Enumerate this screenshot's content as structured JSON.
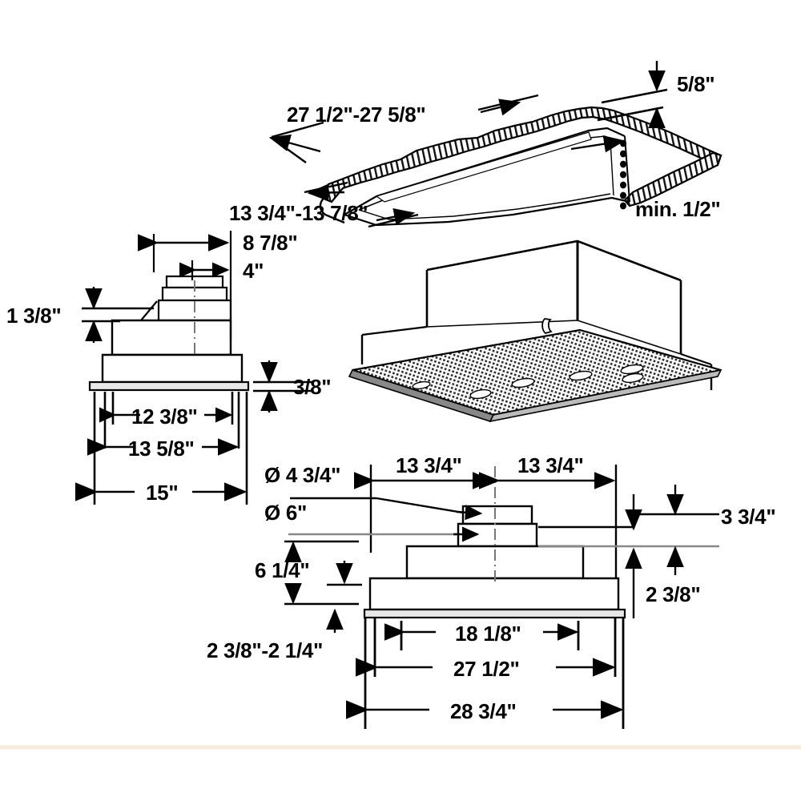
{
  "drawing": {
    "title": "Range hood insert installation dimension drawing",
    "background_color": "#ffffff",
    "line_color": "#000000",
    "accent_rule_color": "#f7ecd9"
  },
  "views": {
    "top_trim": {
      "name": "Trim frame / cut-out opening, top perspective",
      "labels": {
        "width_range": "27 1/2\"-27 5/8\"",
        "depth_range": "13 3/4\"-13 7/8\"",
        "flange_thickness": "5/8\"",
        "min_clearance": "min. 1/2\""
      }
    },
    "side_section": {
      "name": "Left side section view",
      "labels": {
        "duct_offset": "8 7/8\"",
        "duct_width": "4\"",
        "top_offset": "1 3/8\"",
        "flange_height": "3/8\"",
        "inner_width": "12 3/8\"",
        "body_width": "13 5/8\"",
        "overall_width": "15\""
      }
    },
    "perspective": {
      "name": "3D perspective of hood insert with mesh filter"
    },
    "front_section": {
      "name": "Front section view",
      "labels": {
        "duct_dia_small": "Ø 4 3/4\"",
        "duct_dia_large": "Ø 6\"",
        "left_center": "13 3/4\"",
        "right_center": "13 3/4\"",
        "collar_height": "3 3/4\"",
        "body_height": "2 3/8\"",
        "duct_height": "6 1/4\"",
        "flange_range": "2 3/8\"-2 1/4\"",
        "inner_opening": "18 1/8\"",
        "body_width": "27 1/2\"",
        "overall_width": "28 3/4\""
      }
    }
  },
  "all_dimension_text": [
    "27 1/2\"-27 5/8\"",
    "13 3/4\"-13 7/8\"",
    "5/8\"",
    "min. 1/2\"",
    "8 7/8\"",
    "4\"",
    "1 3/8\"",
    "3/8\"",
    "12 3/8\"",
    "13 5/8\"",
    "15\"",
    "Ø 4 3/4\"",
    "Ø 6\"",
    "13 3/4\"",
    "3 3/4\"",
    "6 1/4\"",
    "2 3/8\"",
    "2 3/8\"-2 1/4\"",
    "18 1/8\"",
    "27 1/2\"",
    "28 3/4\""
  ]
}
